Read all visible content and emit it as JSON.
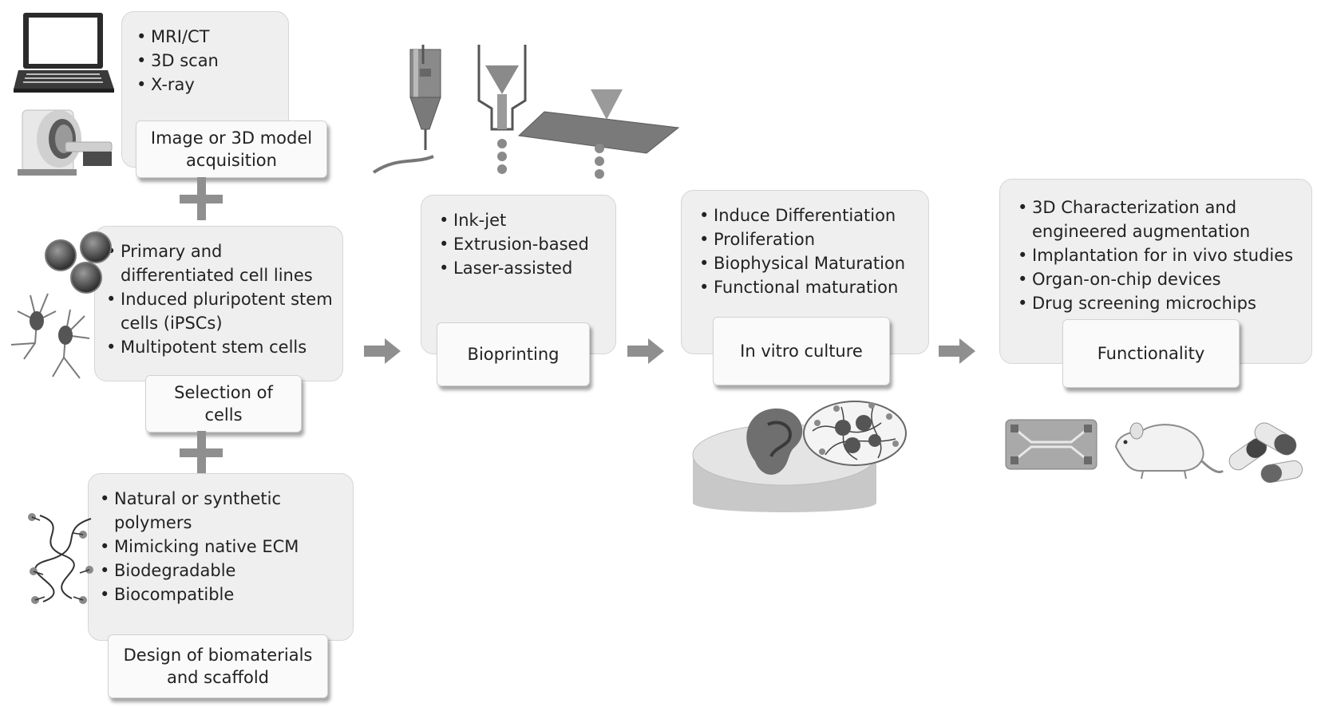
{
  "acquisition": {
    "bullets": [
      "MRI/CT",
      "3D scan",
      "X-ray"
    ],
    "label": "Image or 3D model acquisition"
  },
  "cells": {
    "bullets": [
      "Primary and differentiated cell lines",
      "Induced pluripotent stem cells (iPSCs)",
      "Multipotent stem cells"
    ],
    "label": "Selection of cells"
  },
  "biomaterials": {
    "bullets": [
      "Natural or synthetic polymers",
      "Mimicking native ECM",
      "Biodegradable",
      "Biocompatible"
    ],
    "label": "Design of biomaterials and scaffold"
  },
  "bioprinting": {
    "bullets": [
      "Ink-jet",
      "Extrusion-based",
      "Laser-assisted"
    ],
    "label": "Bioprinting"
  },
  "culture": {
    "bullets": [
      "Induce Differentiation",
      "Proliferation",
      "Biophysical Maturation",
      "Functional maturation"
    ],
    "label": "In vitro culture"
  },
  "functionality": {
    "bullets": [
      "3D Characterization and engineered augmentation",
      "Implantation for in vivo studies",
      "Organ-on-chip devices",
      "Drug screening microchips"
    ],
    "label": "Functionality"
  },
  "colors": {
    "panel": "#efefef",
    "arrow": "#8f8f8f",
    "label_bg": "#fafafa"
  },
  "icons": [
    "laptop-icon",
    "mri-scanner-icon",
    "cells-icon",
    "neuron-icon",
    "polymer-chain-icon",
    "inkjet-nozzle-icon",
    "extrusion-nozzle-icon",
    "laser-icon",
    "ear-construct-icon",
    "cell-cluster-icon",
    "organ-chip-icon",
    "rat-icon",
    "pills-icon"
  ]
}
